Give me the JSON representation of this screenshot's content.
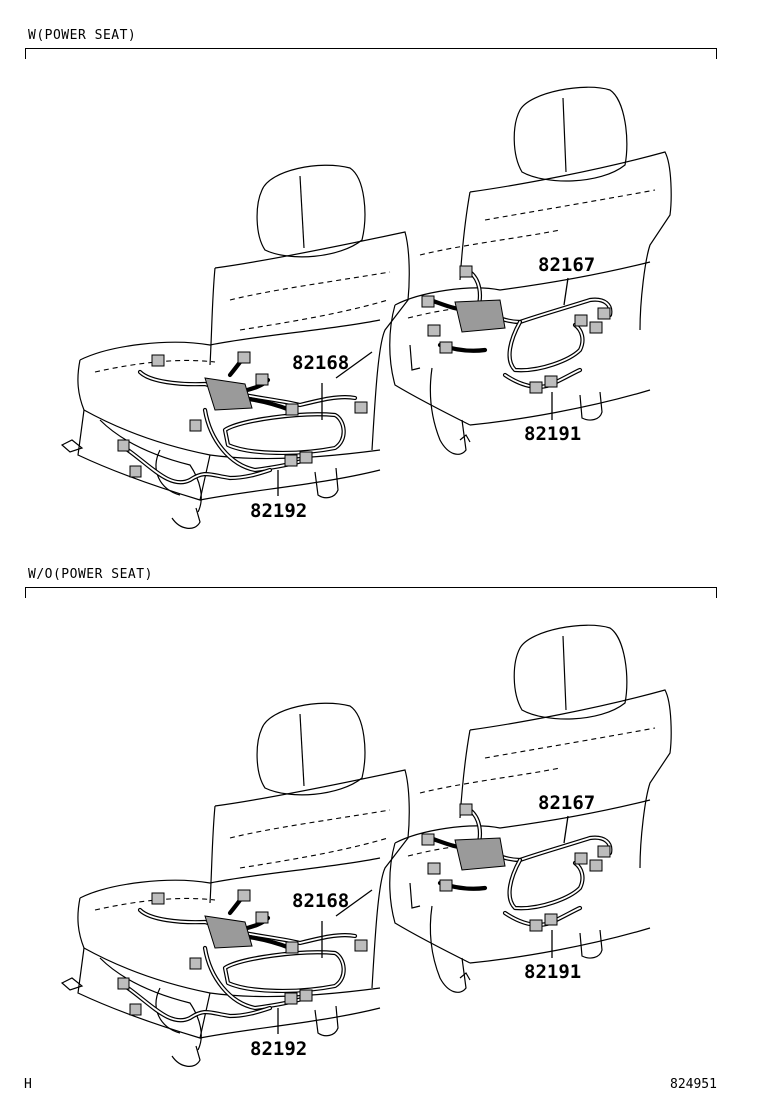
{
  "sections": [
    {
      "label": "W(POWER SEAT)",
      "parts": {
        "left_upper": "82168",
        "left_lower": "82192",
        "right_upper": "82167",
        "right_lower": "82191"
      }
    },
    {
      "label": "W/O(POWER SEAT)",
      "parts": {
        "left_upper": "82168",
        "left_lower": "82192",
        "right_upper": "82167",
        "right_lower": "82191"
      }
    }
  ],
  "footer": {
    "left": "H",
    "right": "824951"
  }
}
